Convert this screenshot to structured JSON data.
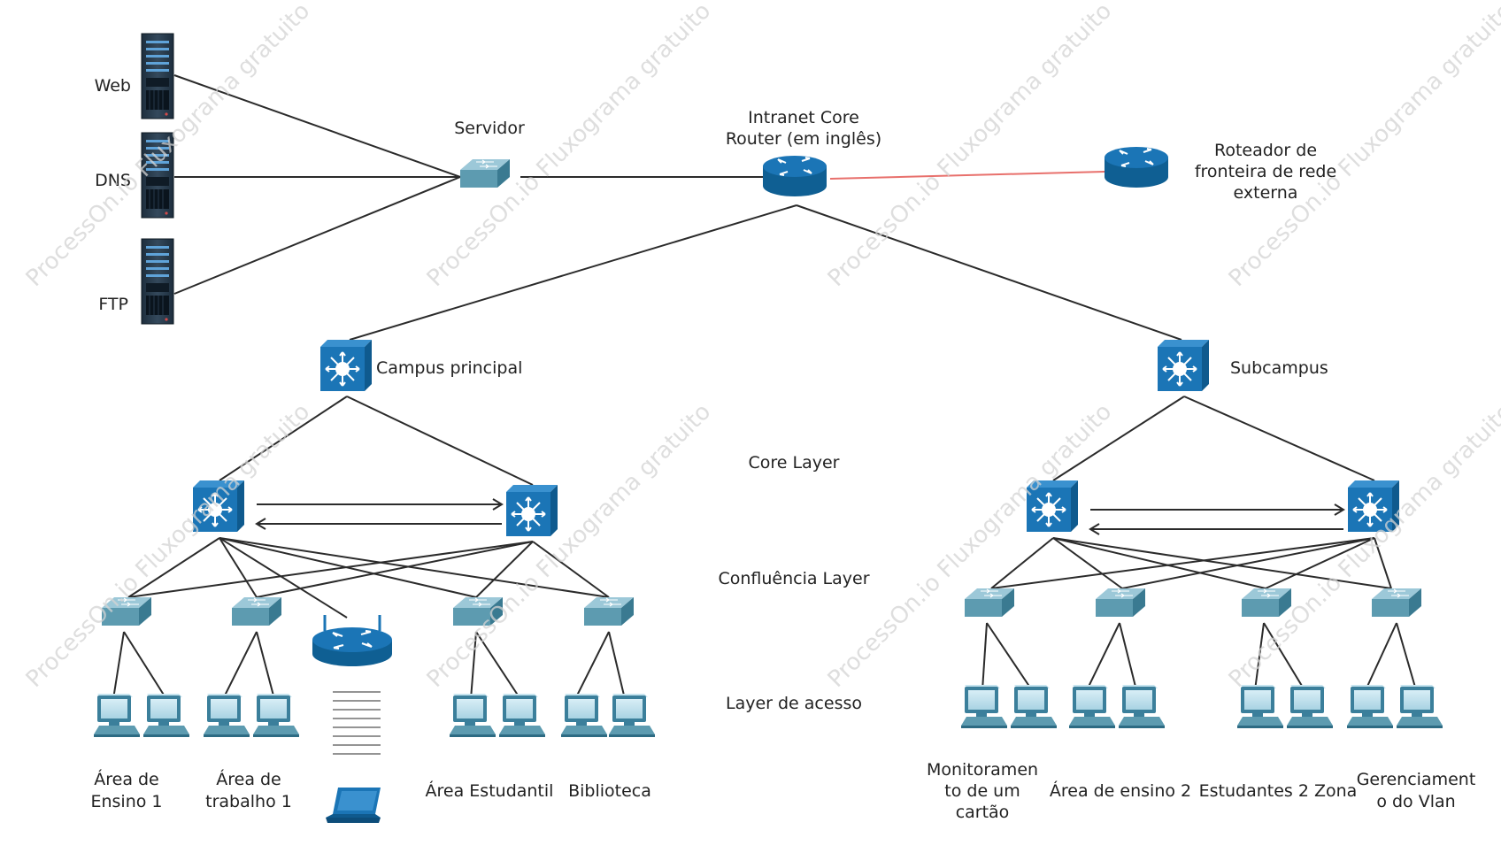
{
  "labels": {
    "web": "Web",
    "dns": "DNS",
    "ftp": "FTP",
    "servidor": "Servidor",
    "core_router": [
      "Intranet Core",
      "Router (em inglês)"
    ],
    "border_router": [
      "Roteador de",
      "fronteira de rede",
      "externa"
    ],
    "campus_principal": "Campus principal",
    "subcampus": "Subcampus",
    "core_layer": "Core Layer",
    "confluencia_layer": "Confluência Layer",
    "layer_acesso": "Layer de acesso",
    "area_ensino_1": [
      "Área de",
      "Ensino 1"
    ],
    "area_trabalho_1": [
      "Área de",
      "trabalho 1"
    ],
    "area_estudantil": "Área Estudantil",
    "biblioteca": "Biblioteca",
    "monitoramento": [
      "Monitoramen",
      "to de um",
      "cartão"
    ],
    "area_ensino_2": "Área de ensino 2",
    "estudantes_2_zona": "Estudantes 2 Zona",
    "gerenciamento_vlan": [
      "Gerenciament",
      "o do Vlan"
    ]
  },
  "watermark": "ProcessOn.io Fluxograma gratuito",
  "colors": {
    "device_blue": "#1b75b6",
    "switch_teal": "#5d9bb0",
    "link": "#2b2b2b",
    "external_link": "#e8706c"
  }
}
